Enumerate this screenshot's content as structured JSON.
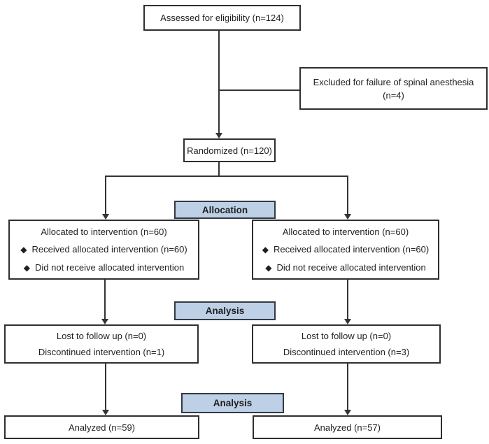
{
  "diagram": {
    "type": "consort-flow-diagram",
    "bullet_icon": "◆",
    "colors": {
      "line": "#333333",
      "box_border": "#2f2f2f",
      "stage_fill": "#bdd0e6",
      "stage_border": "#333a45",
      "text": "#1f1f1f"
    }
  },
  "nodes": {
    "assessed": {
      "text": "Assessed for eligibility (n=124)"
    },
    "excluded": {
      "line1": "Excluded for failure of spinal anesthesia",
      "line2": "(n=4)"
    },
    "randomized": {
      "text": "Randomized (n=120)"
    },
    "stage_labels": {
      "allocation": "Allocation",
      "analysis1": "Analysis",
      "analysis2": "Analysis"
    },
    "left": {
      "allocated_title": "Allocated to intervention (n=60)",
      "allocated_bullet1": "Received allocated intervention (n=60)",
      "allocated_bullet2": "Did not receive allocated intervention",
      "followup_line1": "Lost to follow up (n=0)",
      "followup_line2": "Discontinued intervention (n=1)",
      "analyzed": "Analyzed (n=59)"
    },
    "right": {
      "allocated_title": "Allocated to intervention (n=60)",
      "allocated_bullet1": "Received allocated intervention (n=60)",
      "allocated_bullet2": "Did not receive allocated intervention",
      "followup_line1": "Lost to follow up (n=0)",
      "followup_line2": "Discontinued intervention (n=3)",
      "analyzed": "Analyzed (n=57)"
    }
  }
}
